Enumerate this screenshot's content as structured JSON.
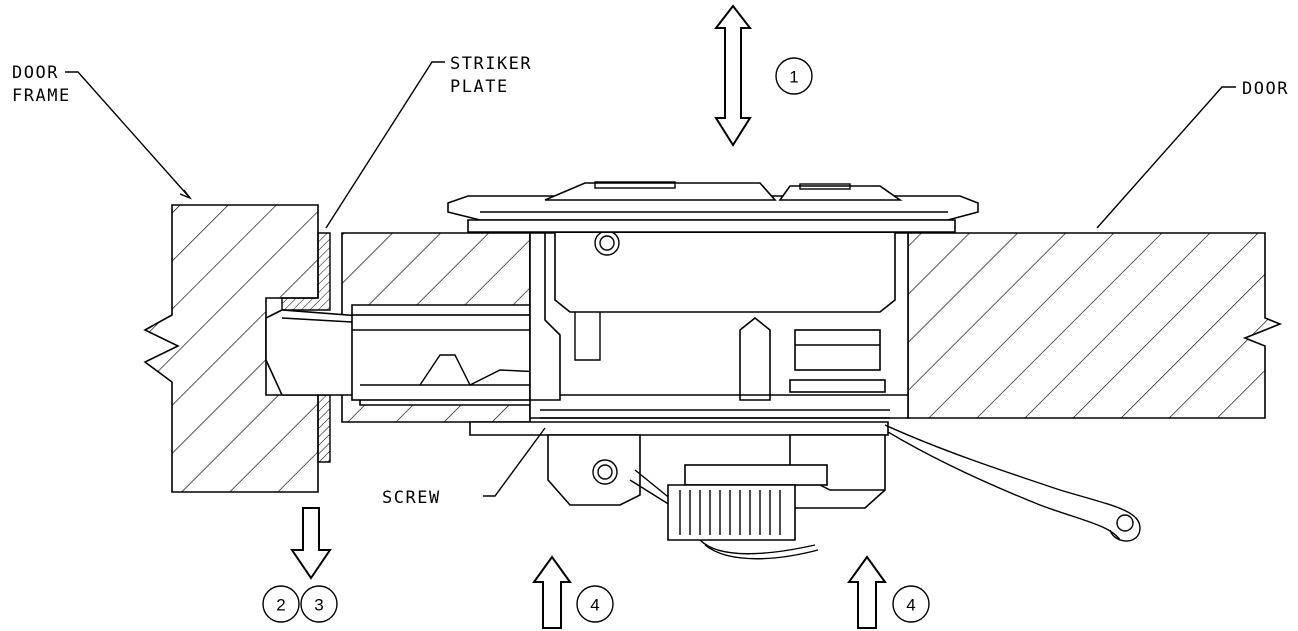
{
  "labels": {
    "door_frame": [
      "DOOR",
      "FRAME"
    ],
    "striker_plate": [
      "STRIKER",
      "PLATE"
    ],
    "door": "DOOR",
    "screw": "SCREW"
  },
  "callouts": {
    "top": "1",
    "bottom_left_a": "2",
    "bottom_left_b": "3",
    "bottom_mid": "4",
    "bottom_right": "4"
  }
}
